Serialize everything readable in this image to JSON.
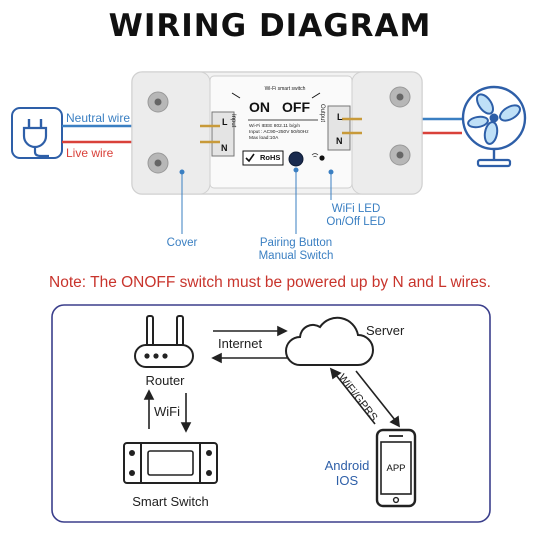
{
  "title": "WIRING DIAGRAM",
  "switch": {
    "model_label": "Wi-Fi smart switch",
    "on_label": "ON",
    "off_label": "OFF",
    "spec_line1": "Wi-Fi IEEE 802.11 b/g/n",
    "spec_line2": "Input : AC90~250V 50/60Hz",
    "spec_line3": "Max load:10A",
    "rohs_label": "RoHS",
    "input_label": "Input",
    "output_label": "Output",
    "l_label": "L",
    "n_label": "N"
  },
  "wires": {
    "neutral": "Neutral wire",
    "live": "Live wire",
    "neutral_color": "#3a7fc2",
    "live_color": "#d9413a"
  },
  "callouts": {
    "cover": "Cover",
    "pairing_line1": "Pairing Button",
    "pairing_line2": "Manual Switch",
    "wifi_led_line1": "WiFi LED",
    "wifi_led_line2": "On/Off LED"
  },
  "note": "Note: The ONOFF switch must be powered up by N and L wires.",
  "network": {
    "router": "Router",
    "internet": "Internet",
    "server": "Server",
    "wifi": "WiFi",
    "wifi_gprs": "WiFi/GPRS",
    "smart_switch": "Smart Switch",
    "android": "Android",
    "ios": "IOS",
    "app": "APP"
  },
  "icons": [
    "plug-icon",
    "fan-icon",
    "router-icon",
    "cloud-icon",
    "phone-icon",
    "smart-switch-icon"
  ],
  "colors": {
    "accent_blue": "#3a7fc2",
    "warning_red": "#c8342c",
    "panel_border": "#3b3f8c"
  }
}
